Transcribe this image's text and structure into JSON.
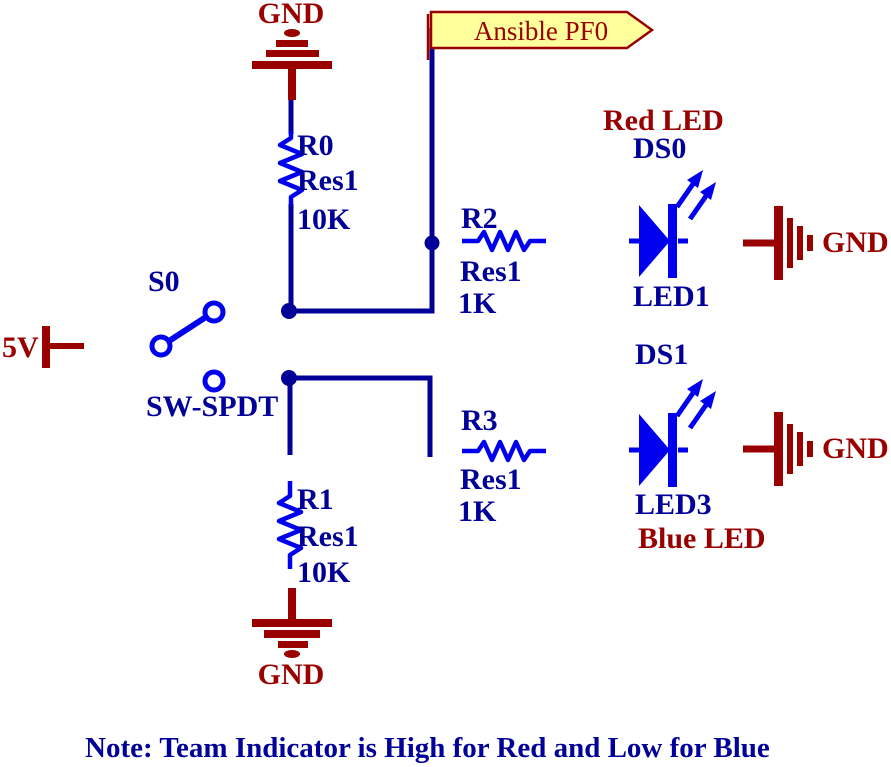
{
  "schematic": {
    "net_flag": {
      "label": "Ansible PF0"
    },
    "power": {
      "v5": "5V",
      "gnd_top": "GND",
      "gnd_bottom": "GND",
      "gnd_led_red": "GND",
      "gnd_led_blue": "GND"
    },
    "switch": {
      "ref": "S0",
      "part": "SW-SPDT"
    },
    "resistors": [
      {
        "ref": "R0",
        "part": "Res1",
        "value": "10K"
      },
      {
        "ref": "R1",
        "part": "Res1",
        "value": "10K"
      },
      {
        "ref": "R2",
        "part": "Res1",
        "value": "1K"
      },
      {
        "ref": "R3",
        "part": "Res1",
        "value": "1K"
      }
    ],
    "leds": [
      {
        "ref": "DS0",
        "designator": "LED1",
        "color_label": "Red LED"
      },
      {
        "ref": "DS1",
        "designator": "LED3",
        "color_label": "Blue LED"
      }
    ],
    "note": "Note: Team Indicator is High for Red and Low for Blue",
    "colors": {
      "wire_navy": "#000099",
      "symbol_blue": "#0000EE",
      "power_red": "#990000",
      "flag_fill": "#FFFF9C"
    }
  }
}
